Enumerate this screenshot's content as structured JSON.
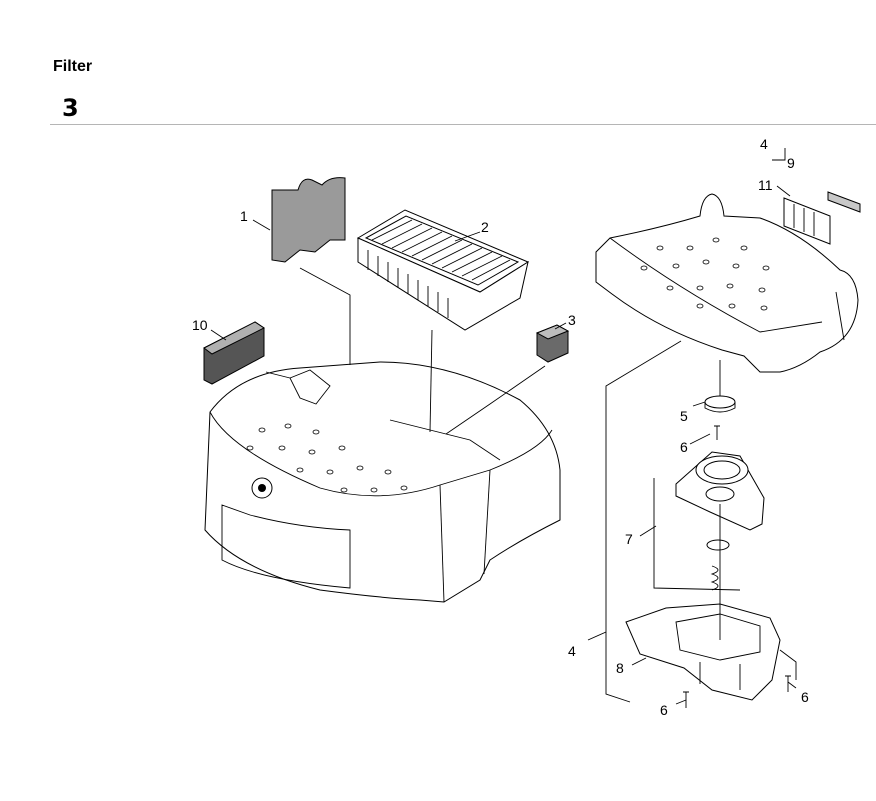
{
  "header": {
    "title": "Filter",
    "page_number": "3"
  },
  "callouts": {
    "c1": "1",
    "c2": "2",
    "c3": "3",
    "c4a": "4",
    "c4b": "4",
    "c5": "5",
    "c6a": "6",
    "c6b": "6",
    "c6c": "6",
    "c7": "7",
    "c8": "8",
    "c9": "9",
    "c10": "10",
    "c11": "11"
  }
}
